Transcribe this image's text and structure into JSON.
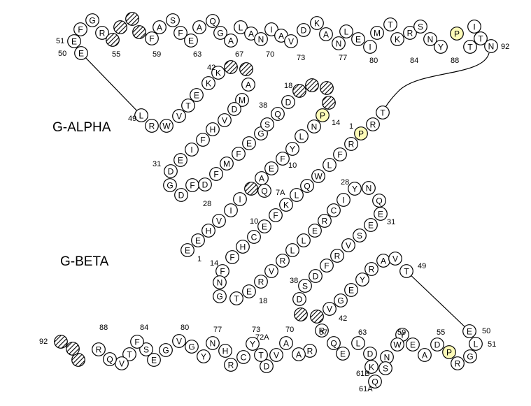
{
  "colors": {
    "plain": "#ffffff",
    "highlight": "#fdfbb8",
    "stroke": "#000000"
  },
  "chain_labels": {
    "alpha": "G-ALPHA",
    "beta": "G-BETA"
  },
  "residues": [
    {
      "t": "E",
      "k": "n"
    },
    {
      "t": "E",
      "k": "n"
    },
    {
      "t": "F",
      "k": "n"
    },
    {
      "t": "G",
      "k": "n"
    },
    {
      "t": "R",
      "k": "n"
    },
    {
      "t": "",
      "k": "h"
    },
    {
      "t": "",
      "k": "h"
    },
    {
      "t": "",
      "k": "h"
    },
    {
      "t": "",
      "k": "h"
    },
    {
      "t": "F",
      "k": "n"
    },
    {
      "t": "A",
      "k": "n"
    },
    {
      "t": "S",
      "k": "n"
    },
    {
      "t": "F",
      "k": "n"
    },
    {
      "t": "E",
      "k": "n"
    },
    {
      "t": "A",
      "k": "n"
    },
    {
      "t": "Q",
      "k": "n"
    },
    {
      "t": "G",
      "k": "n"
    },
    {
      "t": "A",
      "k": "n"
    },
    {
      "t": "L",
      "k": "n"
    },
    {
      "t": "A",
      "k": "n"
    },
    {
      "t": "N",
      "k": "n"
    },
    {
      "t": "I",
      "k": "n"
    },
    {
      "t": "A",
      "k": "n"
    },
    {
      "t": "V",
      "k": "n"
    },
    {
      "t": "D",
      "k": "n"
    },
    {
      "t": "K",
      "k": "n"
    },
    {
      "t": "A",
      "k": "n"
    },
    {
      "t": "N",
      "k": "n"
    },
    {
      "t": "L",
      "k": "n"
    },
    {
      "t": "E",
      "k": "n"
    },
    {
      "t": "I",
      "k": "n"
    },
    {
      "t": "M",
      "k": "n"
    },
    {
      "t": "T",
      "k": "n"
    },
    {
      "t": "K",
      "k": "n"
    },
    {
      "t": "R",
      "k": "n"
    },
    {
      "t": "S",
      "k": "n"
    },
    {
      "t": "N",
      "k": "n"
    },
    {
      "t": "Y",
      "k": "n"
    },
    {
      "t": "P",
      "k": "p"
    },
    {
      "t": "T",
      "k": "n"
    },
    {
      "t": "I",
      "k": "n"
    },
    {
      "t": "T",
      "k": "n"
    },
    {
      "t": "N",
      "k": "n"
    },
    {
      "t": "L",
      "k": "n"
    },
    {
      "t": "R",
      "k": "n"
    },
    {
      "t": "W",
      "k": "n"
    },
    {
      "t": "V",
      "k": "n"
    },
    {
      "t": "T",
      "k": "n"
    },
    {
      "t": "E",
      "k": "n"
    },
    {
      "t": "K",
      "k": "n"
    },
    {
      "t": "K",
      "k": "n"
    },
    {
      "t": "",
      "k": "h"
    },
    {
      "t": "",
      "k": "h"
    },
    {
      "t": "A",
      "k": "n"
    },
    {
      "t": "M",
      "k": "n"
    },
    {
      "t": "D",
      "k": "n"
    },
    {
      "t": "V",
      "k": "n"
    },
    {
      "t": "H",
      "k": "n"
    },
    {
      "t": "F",
      "k": "n"
    },
    {
      "t": "I",
      "k": "n"
    },
    {
      "t": "E",
      "k": "n"
    },
    {
      "t": "D",
      "k": "n"
    },
    {
      "t": "G",
      "k": "n"
    },
    {
      "t": "D",
      "k": "n"
    },
    {
      "t": "F",
      "k": "n"
    },
    {
      "t": "D",
      "k": "n"
    },
    {
      "t": "F",
      "k": "n"
    },
    {
      "t": "M",
      "k": "n"
    },
    {
      "t": "F",
      "k": "n"
    },
    {
      "t": "E",
      "k": "n"
    },
    {
      "t": "G",
      "k": "n"
    },
    {
      "t": "S",
      "k": "n"
    },
    {
      "t": "Q",
      "k": "n"
    },
    {
      "t": "D",
      "k": "n"
    },
    {
      "t": "",
      "k": "h"
    },
    {
      "t": "",
      "k": "h"
    },
    {
      "t": "",
      "k": "h"
    },
    {
      "t": "",
      "k": "h"
    },
    {
      "t": "P",
      "k": "p"
    },
    {
      "t": "N",
      "k": "n"
    },
    {
      "t": "L",
      "k": "n"
    },
    {
      "t": "Y",
      "k": "n"
    },
    {
      "t": "F",
      "k": "n"
    },
    {
      "t": "E",
      "k": "n"
    },
    {
      "t": "A",
      "k": "n"
    },
    {
      "t": "Q",
      "k": "n"
    },
    {
      "t": "",
      "k": "h"
    },
    {
      "t": "I",
      "k": "n"
    },
    {
      "t": "I",
      "k": "n"
    },
    {
      "t": "V",
      "k": "n"
    },
    {
      "t": "H",
      "k": "n"
    },
    {
      "t": "E",
      "k": "n"
    },
    {
      "t": "E",
      "k": "n"
    },
    {
      "t": "T",
      "k": "n"
    },
    {
      "t": "R",
      "k": "n"
    },
    {
      "t": "P",
      "k": "p"
    },
    {
      "t": "R",
      "k": "n"
    },
    {
      "t": "F",
      "k": "n"
    },
    {
      "t": "L",
      "k": "n"
    },
    {
      "t": "W",
      "k": "n"
    },
    {
      "t": "Q",
      "k": "n"
    },
    {
      "t": "L",
      "k": "n"
    },
    {
      "t": "K",
      "k": "n"
    },
    {
      "t": "F",
      "k": "n"
    },
    {
      "t": "E",
      "k": "n"
    },
    {
      "t": "C",
      "k": "n"
    },
    {
      "t": "H",
      "k": "n"
    },
    {
      "t": "F",
      "k": "n"
    },
    {
      "t": "F",
      "k": "n"
    },
    {
      "t": "N",
      "k": "n"
    },
    {
      "t": "G",
      "k": "n"
    },
    {
      "t": "T",
      "k": "n"
    },
    {
      "t": "E",
      "k": "n"
    },
    {
      "t": "R",
      "k": "n"
    },
    {
      "t": "V",
      "k": "n"
    },
    {
      "t": "R",
      "k": "n"
    },
    {
      "t": "L",
      "k": "n"
    },
    {
      "t": "L",
      "k": "n"
    },
    {
      "t": "E",
      "k": "n"
    },
    {
      "t": "R",
      "k": "n"
    },
    {
      "t": "C",
      "k": "n"
    },
    {
      "t": "I",
      "k": "n"
    },
    {
      "t": "Y",
      "k": "n"
    },
    {
      "t": "N",
      "k": "n"
    },
    {
      "t": "Q",
      "k": "n"
    },
    {
      "t": "E",
      "k": "n"
    },
    {
      "t": "E",
      "k": "n"
    },
    {
      "t": "S",
      "k": "n"
    },
    {
      "t": "V",
      "k": "n"
    },
    {
      "t": "R",
      "k": "n"
    },
    {
      "t": "F",
      "k": "n"
    },
    {
      "t": "D",
      "k": "n"
    },
    {
      "t": "S",
      "k": "n"
    },
    {
      "t": "D",
      "k": "n"
    },
    {
      "t": "",
      "k": "h"
    },
    {
      "t": "",
      "k": "h"
    },
    {
      "t": "V",
      "k": "n"
    },
    {
      "t": "G",
      "k": "n"
    },
    {
      "t": "E",
      "k": "n"
    },
    {
      "t": "Y",
      "k": "n"
    },
    {
      "t": "R",
      "k": "n"
    },
    {
      "t": "A",
      "k": "n"
    },
    {
      "t": "V",
      "k": "n"
    },
    {
      "t": "T",
      "k": "n"
    },
    {
      "t": "E",
      "k": "n"
    },
    {
      "t": "L",
      "k": "n"
    },
    {
      "t": "G",
      "k": "n"
    },
    {
      "t": "R",
      "k": "n"
    },
    {
      "t": "P",
      "k": "p"
    },
    {
      "t": "D",
      "k": "n"
    },
    {
      "t": "A",
      "k": "n"
    },
    {
      "t": "E",
      "k": "n"
    },
    {
      "t": "Y",
      "k": "n"
    },
    {
      "t": "W",
      "k": "n"
    },
    {
      "t": "N",
      "k": "n"
    },
    {
      "t": "S",
      "k": "n"
    },
    {
      "t": "Q",
      "k": "n"
    },
    {
      "t": "K",
      "k": "n"
    },
    {
      "t": "D",
      "k": "n"
    },
    {
      "t": "L",
      "k": "n"
    },
    {
      "t": "E",
      "k": "n"
    },
    {
      "t": "Q",
      "k": "n"
    },
    {
      "t": "R",
      "k": "n"
    },
    {
      "t": "R",
      "k": "n"
    },
    {
      "t": "A",
      "k": "n"
    },
    {
      "t": "A",
      "k": "n"
    },
    {
      "t": "V",
      "k": "n"
    },
    {
      "t": "D",
      "k": "n"
    },
    {
      "t": "T",
      "k": "n"
    },
    {
      "t": "Y",
      "k": "n"
    },
    {
      "t": "C",
      "k": "n"
    },
    {
      "t": "R",
      "k": "n"
    },
    {
      "t": "H",
      "k": "n"
    },
    {
      "t": "N",
      "k": "n"
    },
    {
      "t": "Y",
      "k": "n"
    },
    {
      "t": "G",
      "k": "n"
    },
    {
      "t": "V",
      "k": "n"
    },
    {
      "t": "G",
      "k": "n"
    },
    {
      "t": "E",
      "k": "n"
    },
    {
      "t": "S",
      "k": "n"
    },
    {
      "t": "F",
      "k": "n"
    },
    {
      "t": "T",
      "k": "n"
    },
    {
      "t": "V",
      "k": "n"
    },
    {
      "t": "Q",
      "k": "n"
    },
    {
      "t": "R",
      "k": "n"
    },
    {
      "t": "",
      "k": "h"
    },
    {
      "t": "",
      "k": "h"
    },
    {
      "t": "",
      "k": "h"
    }
  ],
  "numbers": [
    "51",
    "50",
    "55",
    "59",
    "63",
    "67",
    "70",
    "73",
    "77",
    "80",
    "84",
    "88",
    "92",
    "42",
    "38",
    "18",
    "14",
    "49",
    "31",
    "28",
    "7A",
    "10",
    "1",
    "1",
    "10",
    "28",
    "31",
    "14",
    "18",
    "38",
    "49",
    "42",
    "92",
    "88",
    "84",
    "80",
    "77",
    "73",
    "72A",
    "70",
    "67",
    "63",
    "59",
    "55",
    "50",
    "51",
    "61B",
    "61A"
  ]
}
